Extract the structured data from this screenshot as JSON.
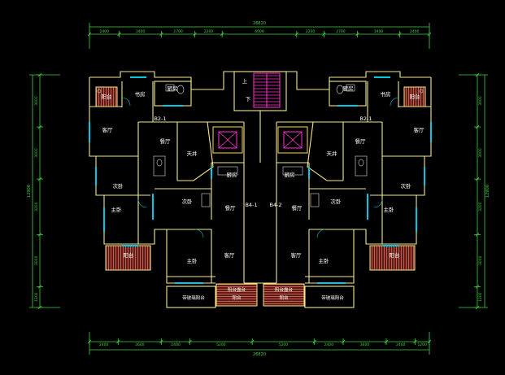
{
  "drawing": {
    "colors": {
      "background": "#000000",
      "dimension": "#3fd23f",
      "wall": "#f5e98a",
      "window": "#00c8e6",
      "room_text": "#ffffff",
      "balcony": "#b84a40",
      "stair": "#ff33cc",
      "elevator_frame": "#d6b830",
      "fixture": "#bbbbbb"
    },
    "top_dims": {
      "overall": "26820",
      "segments": [
        "2400",
        "3400",
        "2700",
        "2200",
        "6000",
        "2200",
        "2700",
        "3400",
        "2400"
      ]
    },
    "bottom_dims": {
      "overall": "26820",
      "segments": [
        "2400",
        "3600",
        "2400",
        "5200",
        "5200",
        "2400",
        "3600",
        "2400",
        "1200"
      ]
    },
    "left_dims": {
      "overall": "12900",
      "segments": [
        "3000",
        "3000",
        "3200",
        "3000",
        "1200"
      ]
    },
    "right_dims": {
      "overall": "12900",
      "segments": [
        "3000",
        "3000",
        "3200",
        "3000",
        "1200"
      ]
    },
    "rooms": {
      "stair_up": "上",
      "stair_down": "下",
      "kitchen_top_left": "厨房",
      "kitchen_top_right": "厨房",
      "study_left": "书房",
      "study_right": "书房",
      "balcony_tl": "阳台",
      "balcony_tr": "阳台",
      "unit_tag_a": "B2-1",
      "unit_tag_b": "B2-1",
      "unit_tag_c": "B4-1",
      "unit_tag_d": "B4-2",
      "living_left": "客厅",
      "living_right": "客厅",
      "dining_left": "餐厅",
      "dining_right": "餐厅",
      "patio_left": "天井",
      "patio_right": "天井",
      "kitchen_mid_left": "厨房",
      "kitchen_mid_right": "厨房",
      "second_bed_left": "次卧",
      "second_bed_right": "次卧",
      "master_left": "主卧",
      "master_right": "主卧",
      "balcony_bl": "阳台",
      "balcony_br": "阳台",
      "second_bed_c_left": "次卧",
      "dining_c_left": "餐厅",
      "dining_c_right": "餐厅",
      "second_bed_c_right": "次卧",
      "master_c_left": "主卧",
      "living_c_left": "客厅",
      "living_c_right": "客厅",
      "master_c_right": "主卧",
      "bay_left": "带玻璃阳台",
      "bay_right": "带玻璃阳台",
      "bal_mid_left_a": "阳台露台",
      "bal_mid_left_b": "阳台",
      "bal_mid_right_a": "阳台露台",
      "bal_mid_right_b": "阳台"
    }
  }
}
